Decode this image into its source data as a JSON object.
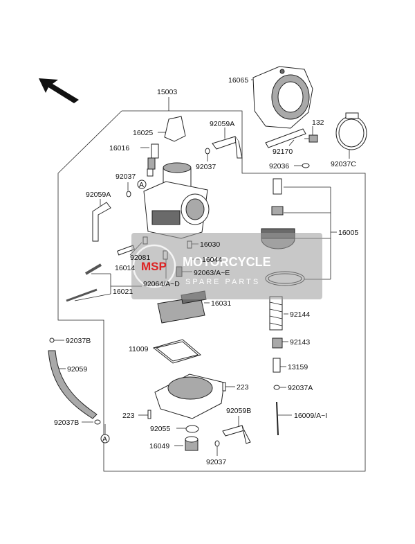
{
  "labels": {
    "l15003": "15003",
    "l16065": "16065",
    "l16025": "16025",
    "l92059A": "92059A",
    "l132": "132",
    "l16016": "16016",
    "l92037_top": "92037",
    "l92170": "92170",
    "l92036": "92036",
    "l92037C": "92037C",
    "l92037_left": "92037",
    "l92059A_left": "92059A",
    "l16005": "16005",
    "l16030": "16030",
    "l92081": "92081",
    "l16044": "16044",
    "l16014": "16014",
    "l92063": "92063/A~E",
    "l92064": "92064/A~D",
    "l16021": "16021",
    "l16031": "16031",
    "l92144": "92144",
    "l92037B_top": "92037B",
    "l92143": "92143",
    "l11009": "11009",
    "l92059": "92059",
    "l13159": "13159",
    "l223_right": "223",
    "l92037A": "92037A",
    "l223_left": "223",
    "l92037B_bot": "92037B",
    "l92059B": "92059B",
    "l16009": "16009/A~I",
    "l92055": "92055",
    "l16049": "16049",
    "l92037_bot": "92037",
    "ref_a": "A"
  },
  "watermark": {
    "logo": "MSP",
    "title": "MOTORCYCLE",
    "subtitle": "SPARE PARTS"
  },
  "colors": {
    "line": "#222222",
    "watermark_bg": "#9a9a9a"
  }
}
